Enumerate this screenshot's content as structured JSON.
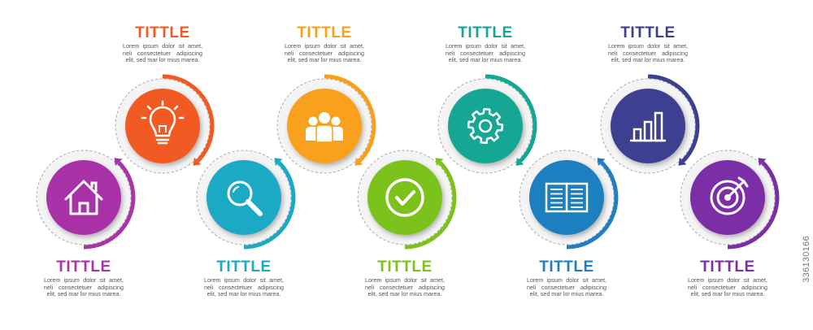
{
  "steps": [
    {
      "title": "TITTLE",
      "text": "Lorem ipsum dolor sit amet, neli consectetuer adipiscing elit, sed mar lor mius marea.",
      "color": "#a933a8",
      "icon": "home-icon"
    },
    {
      "title": "TITTLE",
      "text": "Lorem ipsum dolor sit amet, neli consectetuer adipiscing elit, sed mar lor mius marea.",
      "color": "#f15a24",
      "icon": "lightbulb-icon"
    },
    {
      "title": "TITTLE",
      "text": "Lorem ipsum dolor sit amet, neli consectetuer adipiscing elit, sed mar lor mius marea.",
      "color": "#1ba9c4",
      "icon": "search-icon"
    },
    {
      "title": "TITTLE",
      "text": "Lorem ipsum dolor sit amet, neli consectetuer adipiscing elit, sed mar lor mius marea.",
      "color": "#f9a01b",
      "icon": "team-icon"
    },
    {
      "title": "TITTLE",
      "text": "Lorem ipsum dolor sit amet, neli consectetuer adipiscing elit, sed mar lor mius marea.",
      "color": "#7cc21b",
      "icon": "checkmark-icon"
    },
    {
      "title": "TITTLE",
      "text": "Lorem ipsum dolor sit amet, neli consectetuer adipiscing elit, sed mar lor mius marea.",
      "color": "#14a794",
      "icon": "gear-icon"
    },
    {
      "title": "TITTLE",
      "text": "Lorem ipsum dolor sit amet, neli consectetuer adipiscing elit, sed mar lor mius marea.",
      "color": "#1f7fc0",
      "icon": "open-book-icon"
    },
    {
      "title": "TITTLE",
      "text": "Lorem ipsum dolor sit amet, neli consectetuer adipiscing elit, sed mar lor mius marea.",
      "color": "#3d3f91",
      "icon": "bar-chart-icon"
    },
    {
      "title": "TITTLE",
      "text": "Lorem ipsum dolor sit amet, neli consectetuer adipiscing elit, sed mar lor mius marea.",
      "color": "#7b2fa6",
      "icon": "target-icon"
    }
  ],
  "watermark": "336130166"
}
